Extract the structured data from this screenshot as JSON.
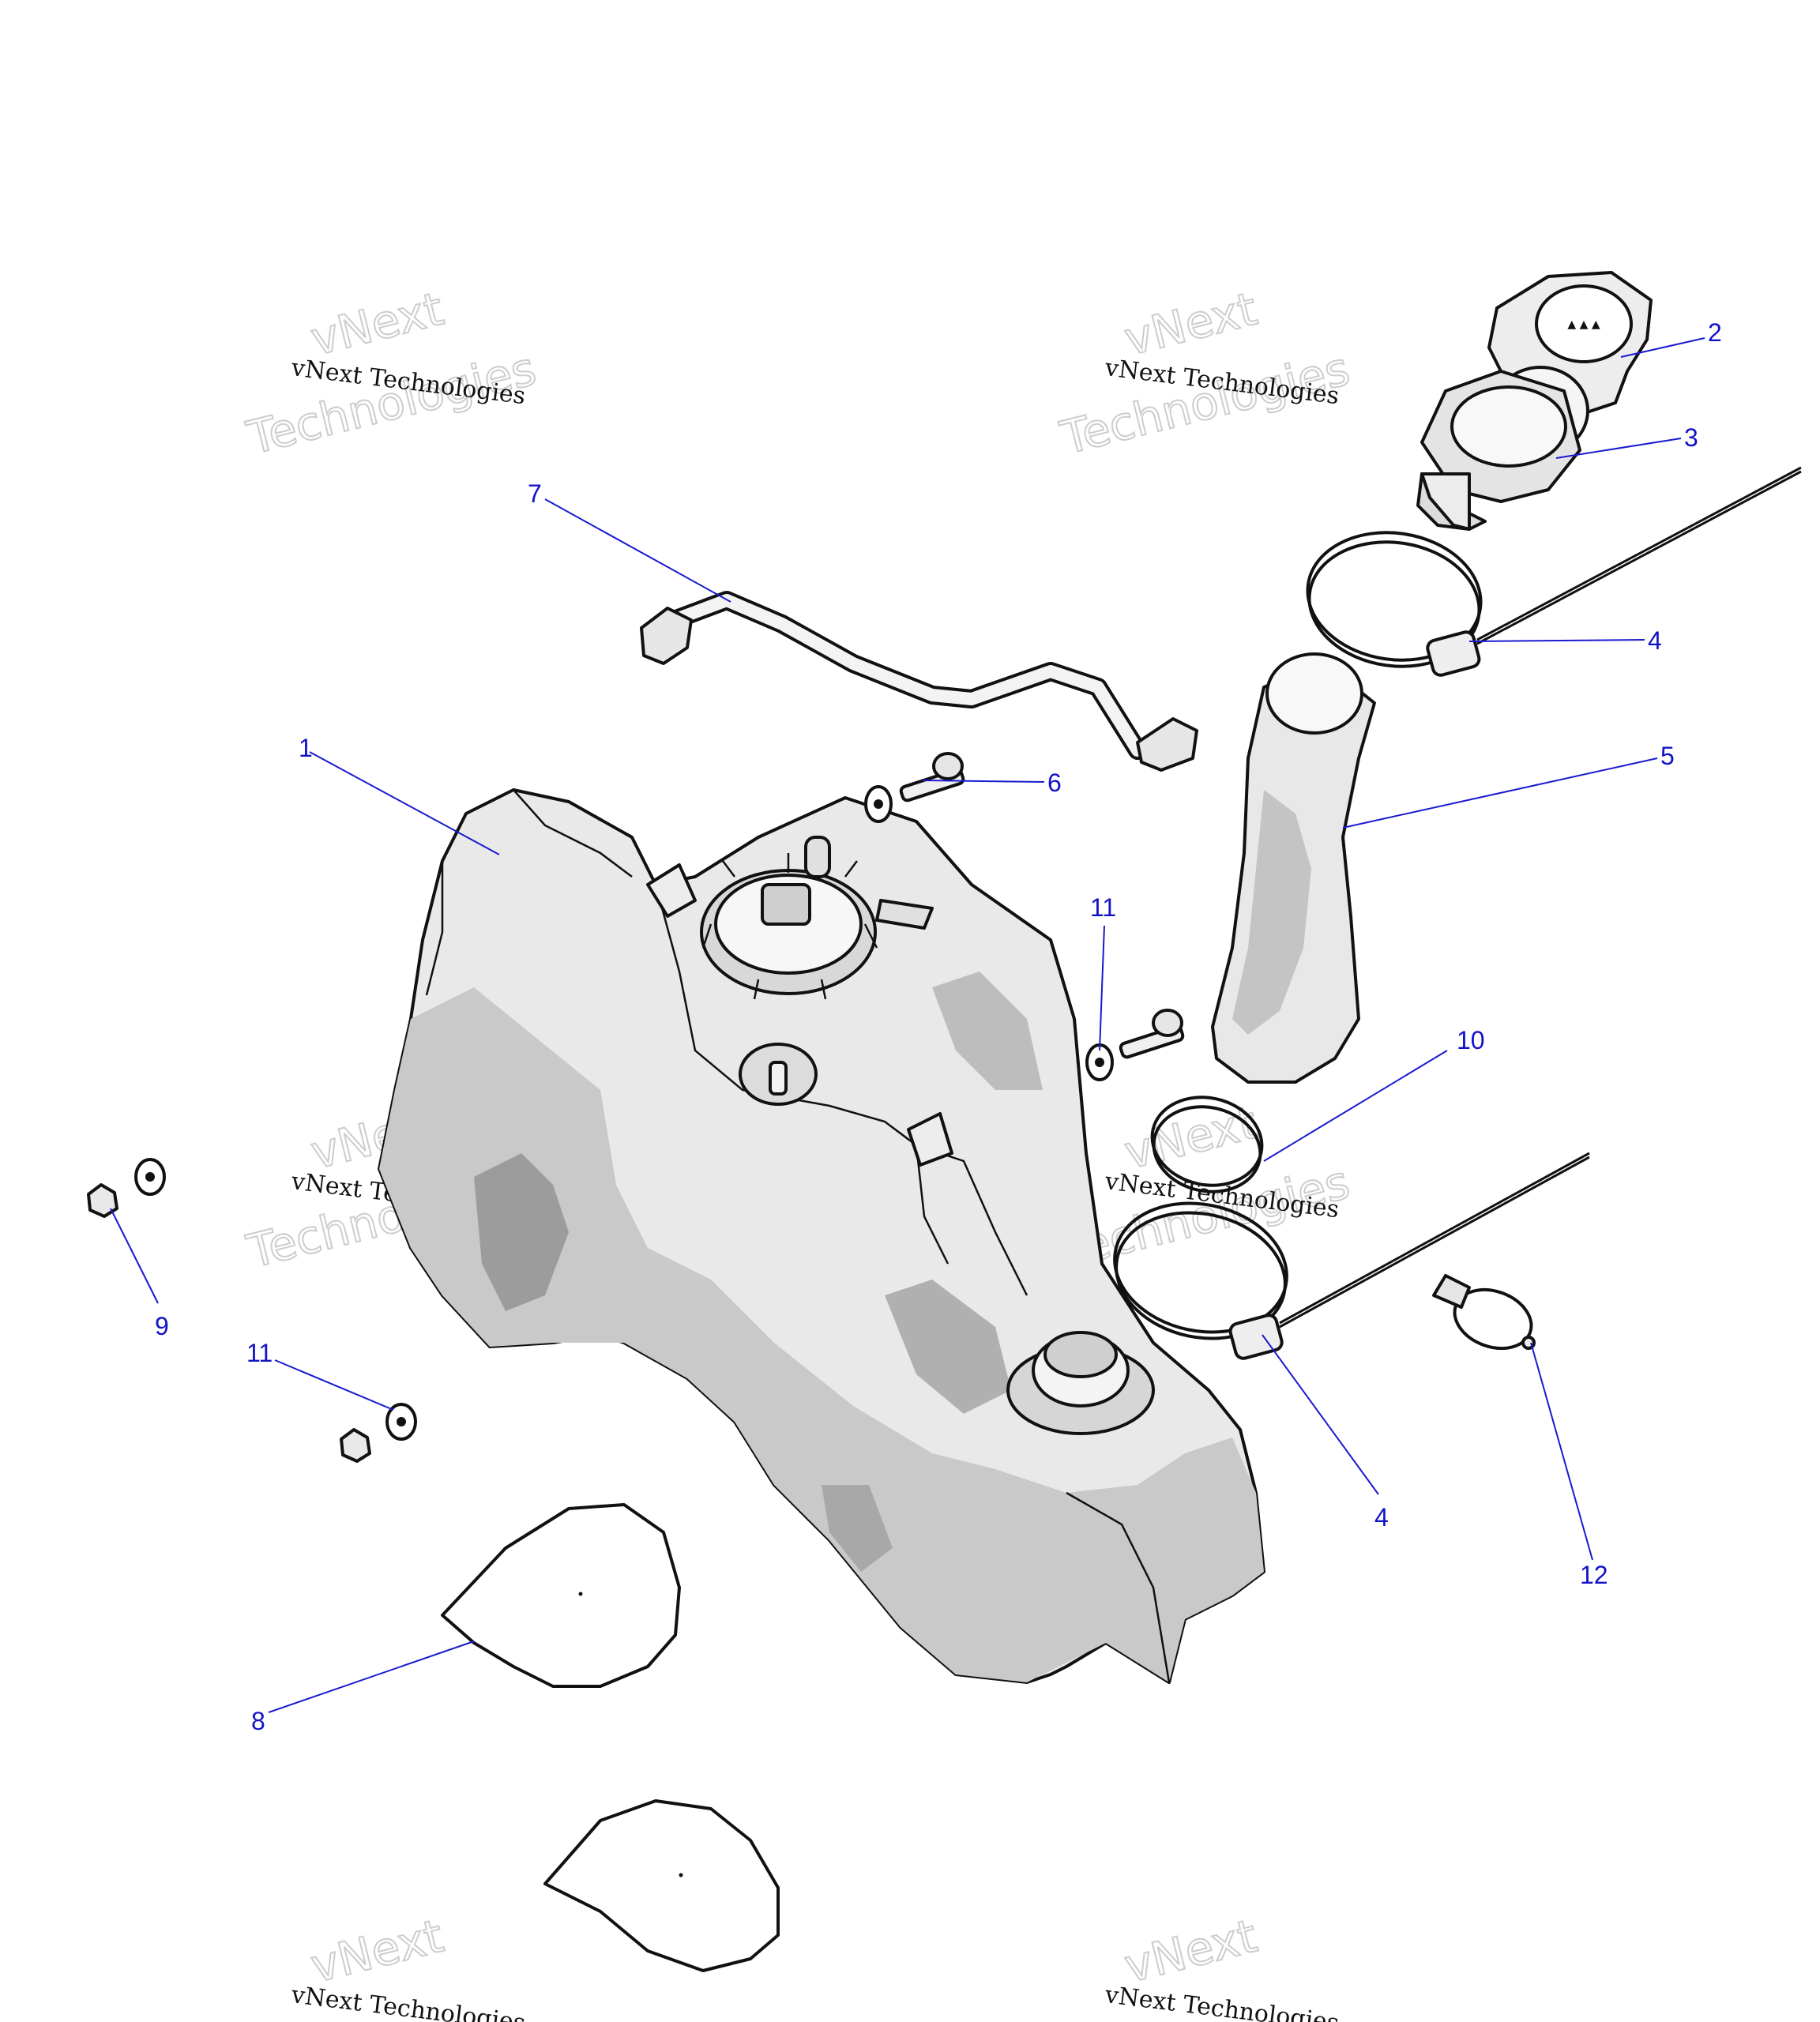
{
  "watermark": {
    "line_small": "vNext Technologies",
    "line_big_1": "vNext",
    "line_big_2": "Technologies"
  },
  "colors": {
    "callout": "#1212c8",
    "part_fill": "#f2f2f2",
    "part_shade": "#c9c9c9",
    "outline": "#111111"
  },
  "callouts": {
    "c1": "1",
    "c2": "2",
    "c3": "3",
    "c4a": "4",
    "c4b": "4",
    "c5": "5",
    "c6": "6",
    "c7": "7",
    "c8": "8",
    "c9": "9",
    "c10": "10",
    "c11a": "11",
    "c11b": "11",
    "c12": "12"
  }
}
